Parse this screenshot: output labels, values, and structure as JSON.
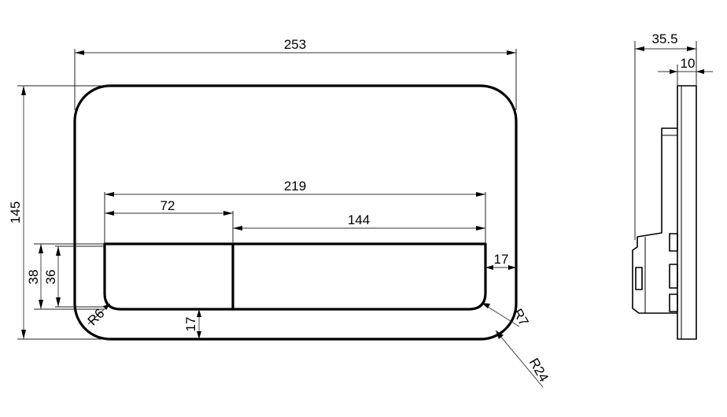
{
  "dimensions": {
    "overall_width": "253",
    "overall_height": "145",
    "buttons_width": "219",
    "small_button_width": "72",
    "large_button_width": "144",
    "button_height_outer": "38",
    "button_height_inner": "36",
    "right_offset": "17",
    "bottom_offset": "17",
    "radius_button": "R6",
    "radius_inner_corner": "R7",
    "radius_plate": "R24",
    "depth_total": "35.5",
    "plate_thickness": "10"
  }
}
